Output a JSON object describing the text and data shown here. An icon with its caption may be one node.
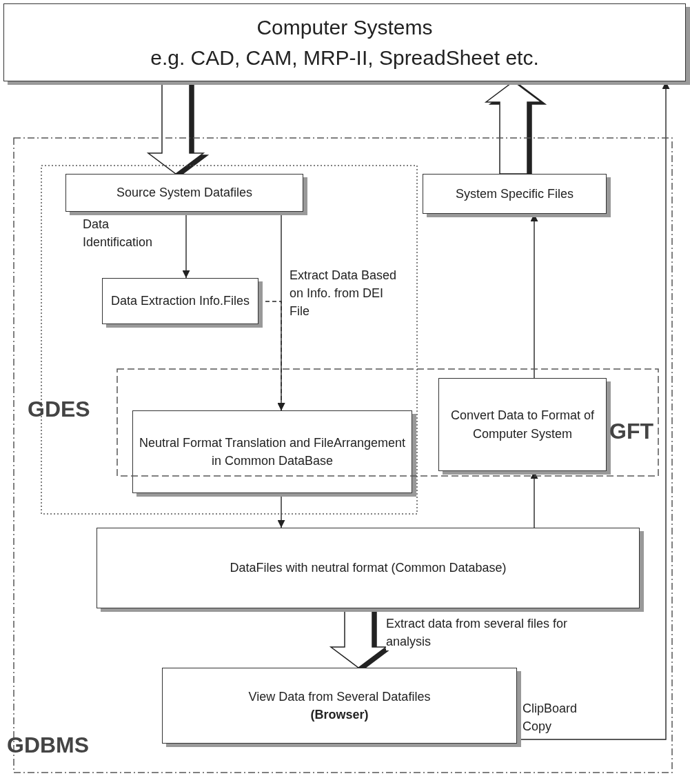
{
  "diagram": {
    "nodes": [
      {
        "text": [
          "Computer Systems",
          "e.g. CAD, CAM, MRP-II, SpreadSheet etc."
        ]
      },
      {
        "text": [
          "GDBMS"
        ]
      },
      {
        "text": [
          "GDES"
        ],
        "in": 1
      },
      {
        "text": [
          "GFT"
        ],
        "in": 1
      },
      {
        "text": [
          "Source System Datafiles"
        ],
        "in": 2
      },
      {
        "text": [
          "Data Extraction Info.Files"
        ],
        "in": 2
      },
      {
        "text": [
          "Neutral Format Translation and FileArrangement in Common DataBase"
        ],
        "in": 2
      },
      {
        "text": [
          "System Specific Files"
        ],
        "in": 1
      },
      {
        "text": [
          "Convert Data to Format of Computer System"
        ],
        "in": 3
      },
      {
        "text": [
          "DataFiles with neutral format (Common Database)"
        ],
        "in": 1
      },
      {
        "text": [
          "View Data from Several Datafiles **(Browser)**"
        ],
        "in": 1
      }
    ],
    "edges": [
      {
        "from": 0,
        "to": 4,
        "arrow": "to"
      },
      {
        "from": 4,
        "to": 5,
        "arrow": "to",
        "label": "Data Identification"
      },
      {
        "from": 4,
        "to": 6,
        "arrow": "to",
        "label": "Extract Data Based on Info. from DEI File"
      },
      {
        "from": 5,
        "to": 6,
        "arrow": "to",
        "style": "dashed"
      },
      {
        "from": 6,
        "to": 9,
        "arrow": "to"
      },
      {
        "from": 9,
        "to": 8,
        "arrow": "to"
      },
      {
        "from": 8,
        "to": 7,
        "arrow": "to"
      },
      {
        "from": 7,
        "to": 0,
        "arrow": "to"
      },
      {
        "from": 9,
        "to": 10,
        "arrow": "to",
        "label": "Extract data from several files for analysis"
      },
      {
        "from": 10,
        "to": 0,
        "arrow": "to",
        "label": "ClipBoard Copy"
      }
    ]
  }
}
